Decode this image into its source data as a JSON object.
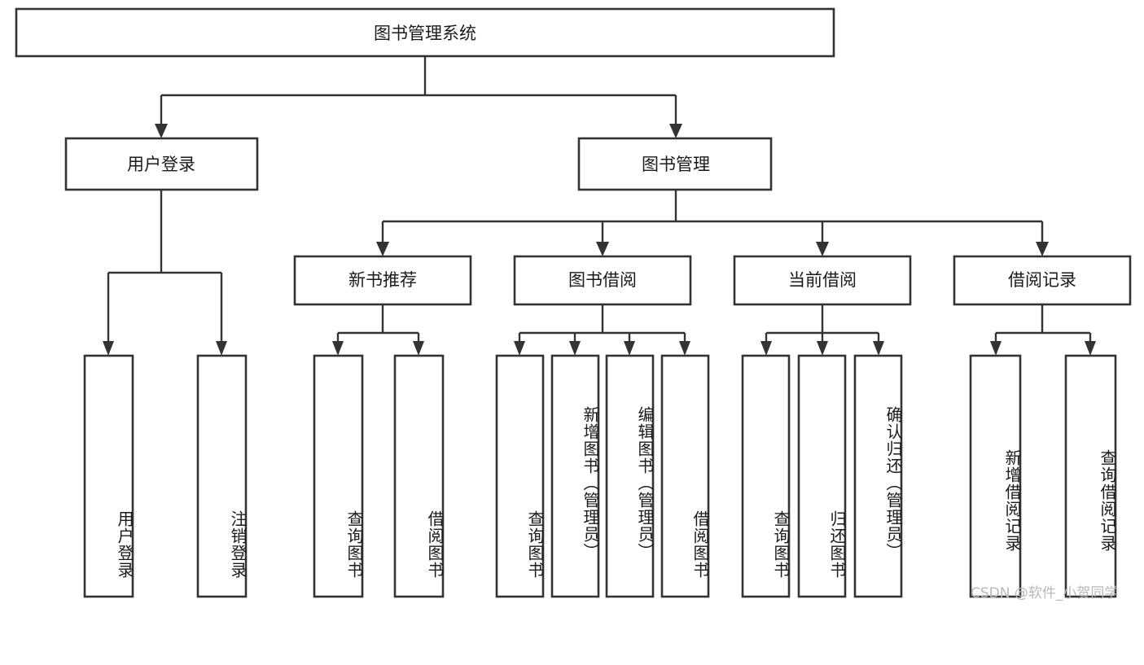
{
  "diagram": {
    "type": "tree-hierarchy",
    "title": "图书管理系统",
    "orientation": "top-down",
    "accent_color": "#333333",
    "background": "#ffffff",
    "levels": 4,
    "nodes": {
      "root": {
        "label": "图书管理系统",
        "text_direction": "horizontal"
      },
      "level2": [
        {
          "label": "用户登录",
          "text_direction": "horizontal"
        },
        {
          "label": "图书管理",
          "text_direction": "horizontal"
        }
      ],
      "level3": [
        {
          "label": "新书推荐",
          "text_direction": "horizontal"
        },
        {
          "label": "图书借阅",
          "text_direction": "horizontal"
        },
        {
          "label": "当前借阅",
          "text_direction": "horizontal"
        },
        {
          "label": "借阅记录",
          "text_direction": "horizontal"
        }
      ],
      "leaves": {
        "user_login": [
          {
            "label": "用户登录",
            "text_direction": "vertical"
          },
          {
            "label": "注销登录",
            "text_direction": "vertical"
          }
        ],
        "new_book_recommend": [
          {
            "label": "查询图书",
            "text_direction": "vertical"
          },
          {
            "label": "借阅图书",
            "text_direction": "vertical"
          }
        ],
        "book_borrow": [
          {
            "label": "查询图书",
            "text_direction": "vertical"
          },
          {
            "label": "新增图书（管理员）",
            "text_direction": "vertical"
          },
          {
            "label": "编辑图书（管理员）",
            "text_direction": "vertical"
          },
          {
            "label": "借阅图书",
            "text_direction": "vertical"
          }
        ],
        "current_borrow": [
          {
            "label": "查询图书",
            "text_direction": "vertical"
          },
          {
            "label": "归还图书",
            "text_direction": "vertical"
          },
          {
            "label": "确认归还（管理员）",
            "text_direction": "vertical"
          }
        ],
        "borrow_record": [
          {
            "label": "新增借阅记录",
            "text_direction": "vertical"
          },
          {
            "label": "查询借阅记录",
            "text_direction": "vertical"
          }
        ]
      }
    },
    "edges": [
      {
        "from": "图书管理系统",
        "to": "用户登录"
      },
      {
        "from": "图书管理系统",
        "to": "图书管理"
      },
      {
        "from": "用户登录",
        "to": "用户登录"
      },
      {
        "from": "用户登录",
        "to": "注销登录"
      },
      {
        "from": "图书管理",
        "to": "新书推荐"
      },
      {
        "from": "图书管理",
        "to": "图书借阅"
      },
      {
        "from": "图书管理",
        "to": "当前借阅"
      },
      {
        "from": "图书管理",
        "to": "借阅记录"
      },
      {
        "from": "新书推荐",
        "to": "查询图书"
      },
      {
        "from": "新书推荐",
        "to": "借阅图书"
      },
      {
        "from": "图书借阅",
        "to": "查询图书"
      },
      {
        "from": "图书借阅",
        "to": "新增图书（管理员）"
      },
      {
        "from": "图书借阅",
        "to": "编辑图书（管理员）"
      },
      {
        "from": "图书借阅",
        "to": "借阅图书"
      },
      {
        "from": "当前借阅",
        "to": "查询图书"
      },
      {
        "from": "当前借阅",
        "to": "归还图书"
      },
      {
        "from": "当前借阅",
        "to": "确认归还（管理员）"
      },
      {
        "from": "借阅记录",
        "to": "新增借阅记录"
      },
      {
        "from": "借阅记录",
        "to": "查询借阅记录"
      }
    ]
  },
  "watermark": {
    "text": "CSDN @软件_小贺同学"
  }
}
